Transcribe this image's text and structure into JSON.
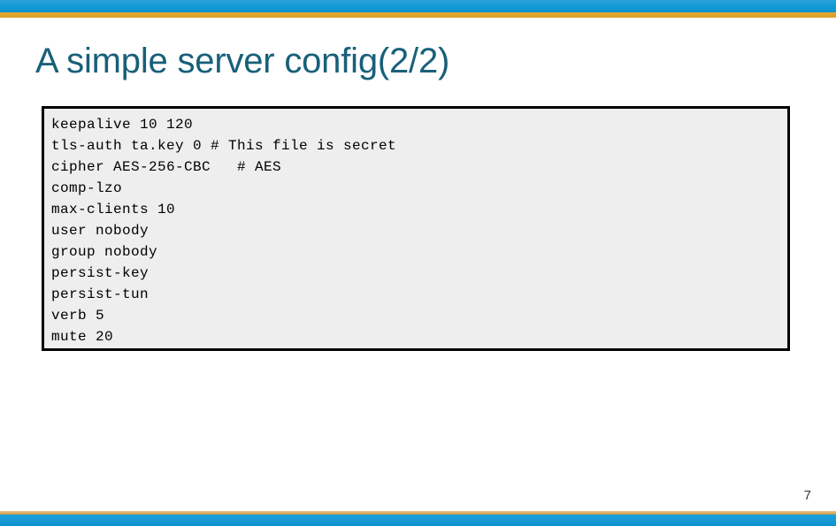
{
  "theme": {
    "accent_blue": "#1b9ad6",
    "accent_gold": "#e0a22c",
    "title_color": "#186079",
    "code_bg": "#eeeeee",
    "code_border": "#000000"
  },
  "slide": {
    "title": "A simple server config(2/2)",
    "page_number": "7"
  },
  "code": {
    "lines": [
      "keepalive 10 120",
      "tls-auth ta.key 0 # This file is secret",
      "cipher AES-256-CBC   # AES",
      "comp-lzo",
      "max-clients 10",
      "user nobody",
      "group nobody",
      "persist-key",
      "persist-tun",
      "verb 5",
      "mute 20"
    ]
  }
}
